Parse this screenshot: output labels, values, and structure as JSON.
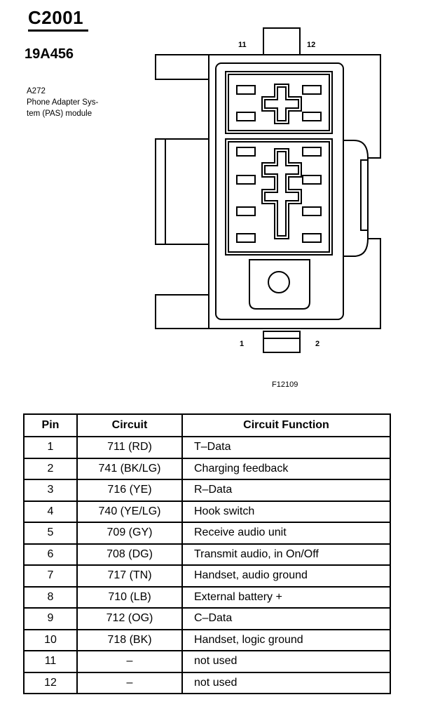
{
  "header": {
    "connector_id": "C2001",
    "part_number": "19A456",
    "description_lines": [
      "A272",
      "Phone Adapter Sys-",
      "tem (PAS) module"
    ]
  },
  "diagram": {
    "pin_labels": {
      "top_left": "11",
      "top_right": "12",
      "bottom_left": "1",
      "bottom_right": "2"
    },
    "figure_id": "F12109"
  },
  "table": {
    "headers": [
      "Pin",
      "Circuit",
      "Circuit Function"
    ],
    "rows": [
      {
        "pin": "1",
        "circuit": "711 (RD)",
        "function": "T–Data"
      },
      {
        "pin": "2",
        "circuit": "741 (BK/LG)",
        "function": "Charging feedback"
      },
      {
        "pin": "3",
        "circuit": "716 (YE)",
        "function": "R–Data"
      },
      {
        "pin": "4",
        "circuit": "740 (YE/LG)",
        "function": "Hook switch"
      },
      {
        "pin": "5",
        "circuit": "709 (GY)",
        "function": "Receive audio unit"
      },
      {
        "pin": "6",
        "circuit": "708 (DG)",
        "function": "Transmit audio, in On/Off"
      },
      {
        "pin": "7",
        "circuit": "717 (TN)",
        "function": "Handset, audio ground"
      },
      {
        "pin": "8",
        "circuit": "710 (LB)",
        "function": "External battery +"
      },
      {
        "pin": "9",
        "circuit": "712 (OG)",
        "function": "C–Data"
      },
      {
        "pin": "10",
        "circuit": "718 (BK)",
        "function": "Handset, logic ground"
      },
      {
        "pin": "11",
        "circuit": "–",
        "function": "not used"
      },
      {
        "pin": "12",
        "circuit": "–",
        "function": "not used"
      }
    ]
  }
}
